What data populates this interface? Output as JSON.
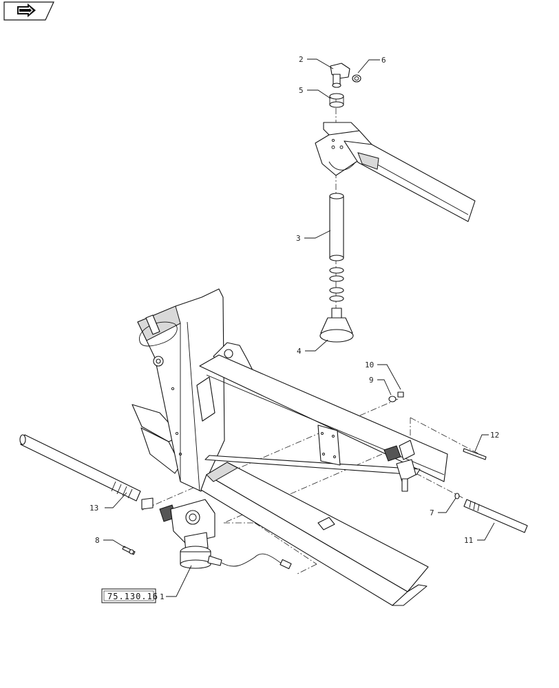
{
  "nav": {
    "icon": "forward-arrow-icon"
  },
  "reference": {
    "label": "75.130.16"
  },
  "callouts": [
    "1",
    "2",
    "3",
    "4",
    "5",
    "6",
    "7",
    "8",
    "9",
    "10",
    "11",
    "12",
    "13"
  ],
  "colors": {
    "line": "#111111",
    "shade": "#d9d9d9",
    "background": "#ffffff"
  }
}
